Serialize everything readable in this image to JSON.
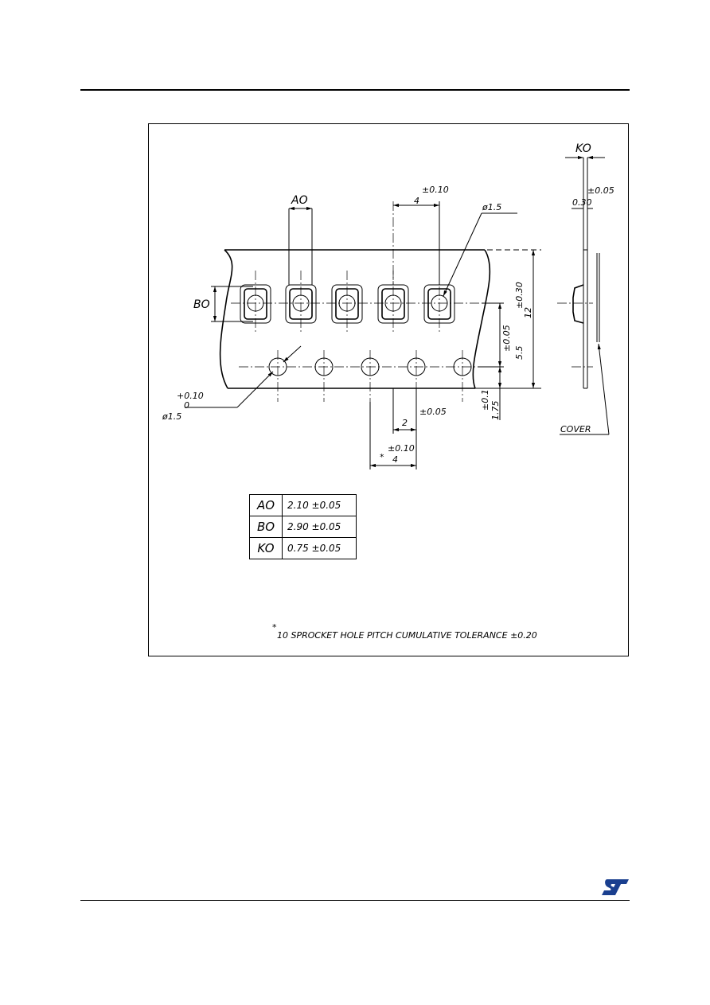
{
  "drawing": {
    "top_labels": {
      "ko": "KO",
      "ko_tol": "±0.05",
      "ko_cover_thickness": "0.30",
      "ao": "AO",
      "pitch_tol": "±0.10",
      "pitch": "4",
      "pocket_hole_dia": "ø1.5"
    },
    "left_labels": {
      "bo": "BO",
      "hole_tol_upper": "+0.10",
      "hole_tol_lower": "0",
      "hole_dia": "ø1.5"
    },
    "right_labels": {
      "width_tol": "±0.30",
      "width": "12",
      "center_tol": "±0.05",
      "center": "5.5",
      "edge_tol": "±0.1",
      "edge": "1.75"
    },
    "bottom_labels": {
      "offset": "2",
      "offset_tol": "±0.05",
      "sprocket_tol": "±0.10",
      "sprocket_star": "*",
      "sprocket_pitch": "4"
    },
    "cover_label": "COVER"
  },
  "table": [
    {
      "symbol": "AO",
      "value": "2.10  ±0.05"
    },
    {
      "symbol": "BO",
      "value": "2.90  ±0.05"
    },
    {
      "symbol": "KO",
      "value": "0.75  ±0.05"
    }
  ],
  "footnote": {
    "star": "*",
    "text": "10  SPROCKET  HOLE  PITCH  CUMULATIVE  TOLERANCE  ±0.20"
  },
  "logo_colors": {
    "brand": "#1a3f8f"
  }
}
